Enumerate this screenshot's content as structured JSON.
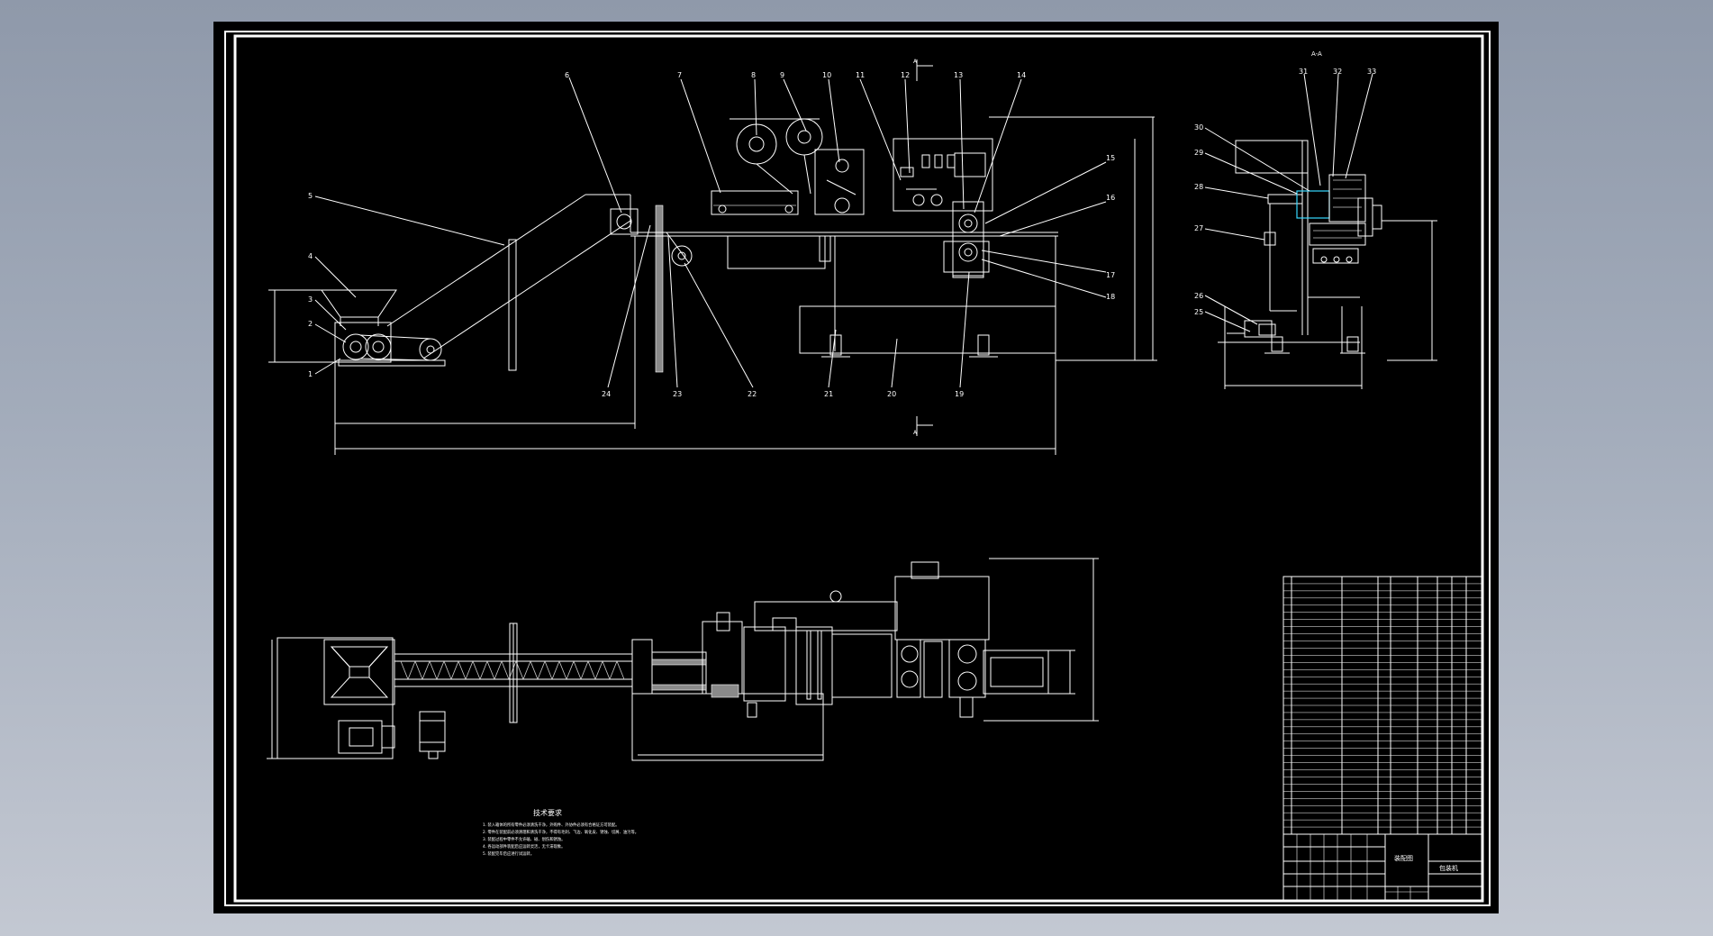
{
  "colors": {
    "paper": "#000000",
    "line": "#ffffff",
    "frame": "#ffffff",
    "accent": "#36d8ff"
  },
  "drawing": {
    "section_label": "A-A",
    "view_arrow_label": "A",
    "part_numbers": [
      "1",
      "2",
      "3",
      "4",
      "5",
      "6",
      "7",
      "8",
      "9",
      "10",
      "11",
      "12",
      "13",
      "14",
      "15",
      "16",
      "17",
      "18",
      "19",
      "20",
      "21",
      "22",
      "23",
      "24",
      "25",
      "26",
      "27",
      "28",
      "29",
      "30",
      "31",
      "32",
      "33"
    ],
    "notes_title": "技术要求",
    "notes": [
      "1. 装入箱体的所有零件必须清洗干净，外购件、外协件必须有合格证方可装配。",
      "2. 零件在装配前必须清理和清洗干净，不得有毛刺、飞边、氧化皮、锈蚀、切屑、油污等。",
      "3. 装配过程中零件不允许磕、碰、划伤和锈蚀。",
      "4. 各运动部件装配后应运转灵活，无卡滞现象。",
      "5. 装配完毕后应进行试运转。"
    ]
  },
  "title_block": {
    "drawing_title": "装配图",
    "product_name": "包装机"
  }
}
